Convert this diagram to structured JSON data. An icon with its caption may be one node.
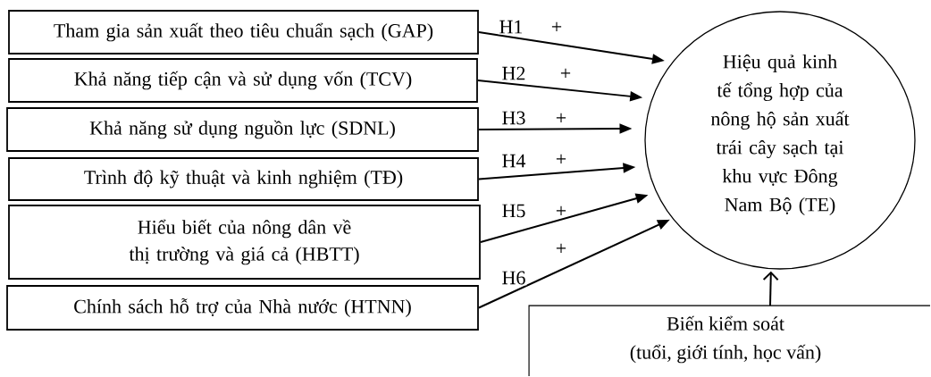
{
  "diagram": {
    "nodes": [
      {
        "text": [
          "Tham gia sản xuất theo tiêu chuẩn sạch (GAP)"
        ]
      },
      {
        "text": [
          "Khả năng tiếp cận và sử dụng vốn (TCV)"
        ]
      },
      {
        "text": [
          "Khả năng sử dụng nguồn lực (SDNL)"
        ]
      },
      {
        "text": [
          "Trình độ kỹ thuật và kinh nghiệm (TĐ)"
        ]
      },
      {
        "text": [
          "Hiểu biết của nông dân về thị trường và giá cả (HBTT)"
        ]
      },
      {
        "text": [
          "Chính sách hỗ trợ của Nhà nước (HTNN)"
        ]
      },
      {
        "text": [
          "Hiệu quả kinh tế tổng hợp của nông hộ sản xuất trái cây sạch tại khu vực Đông Nam Bộ (TE)"
        ]
      },
      {
        "text": [
          "Biến kiểm soát",
          "(tuổi, giới tính, học vấn)"
        ]
      }
    ],
    "edges": [
      {
        "from": 0,
        "to": 6,
        "arrow": "to",
        "label": "H1"
      },
      {
        "from": 1,
        "to": 6,
        "arrow": "to",
        "label": "H2"
      },
      {
        "from": 2,
        "to": 6,
        "arrow": "to",
        "label": "H3"
      },
      {
        "from": 3,
        "to": 6,
        "arrow": "to",
        "label": "H4"
      },
      {
        "from": 4,
        "to": 6,
        "arrow": "to",
        "label": "H5"
      },
      {
        "from": 5,
        "to": 6,
        "arrow": "to",
        "label": "H6"
      },
      {
        "from": 7,
        "to": 6,
        "arrow": "to"
      }
    ],
    "labels": [
      "+",
      "+",
      "+",
      "+",
      "+",
      "+"
    ]
  }
}
